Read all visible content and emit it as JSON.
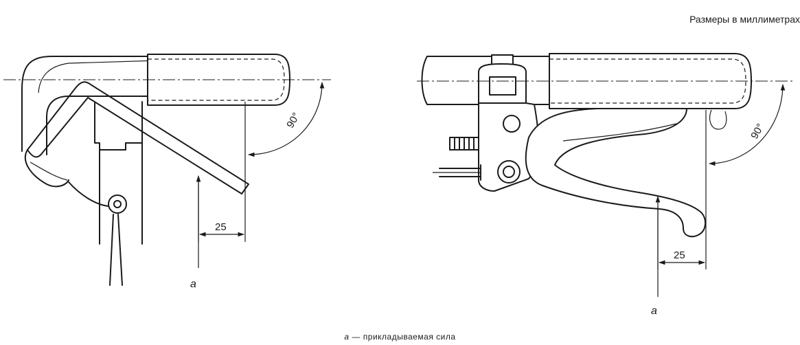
{
  "header": {
    "units_note": "Размеры в миллиметрах"
  },
  "left_figure": {
    "dim_width": "25",
    "angle": "90°",
    "force_label": "a"
  },
  "right_figure": {
    "dim_width": "25",
    "angle": "90°",
    "force_label": "a"
  },
  "footer": {
    "legend_symbol": "a",
    "legend_text": " — прикладываемая сила"
  }
}
